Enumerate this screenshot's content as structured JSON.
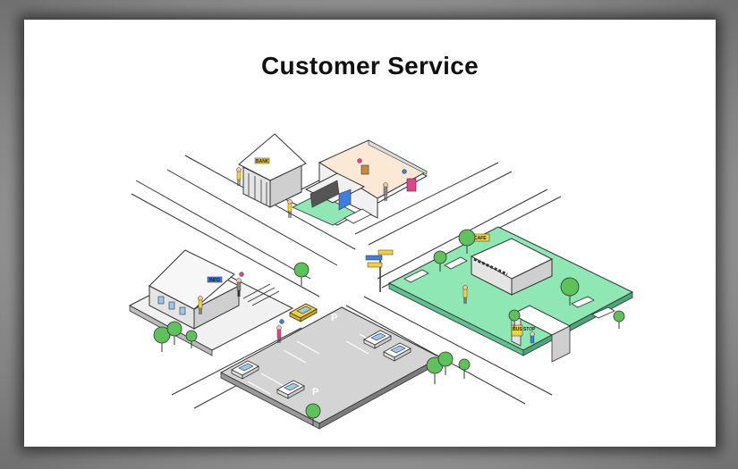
{
  "title": "Customer Service",
  "colors": {
    "accent_green": "#8fe8b4",
    "road": "#ffffff",
    "parking": "#d4d4d4",
    "building": "#f1f1f1",
    "outline": "#2b2b2b",
    "tree": "#5ec25a",
    "accent_pink": "#e0458b",
    "accent_blue": "#3d7ee0",
    "accent_yellow": "#f4d23c"
  },
  "scene": {
    "bank_sign": "BANK",
    "cafe_sign": "CAFE",
    "office_sign": "INFO",
    "bus_sign": "BUS STOP",
    "parking_mark_1": "P",
    "parking_mark_2": "P"
  }
}
